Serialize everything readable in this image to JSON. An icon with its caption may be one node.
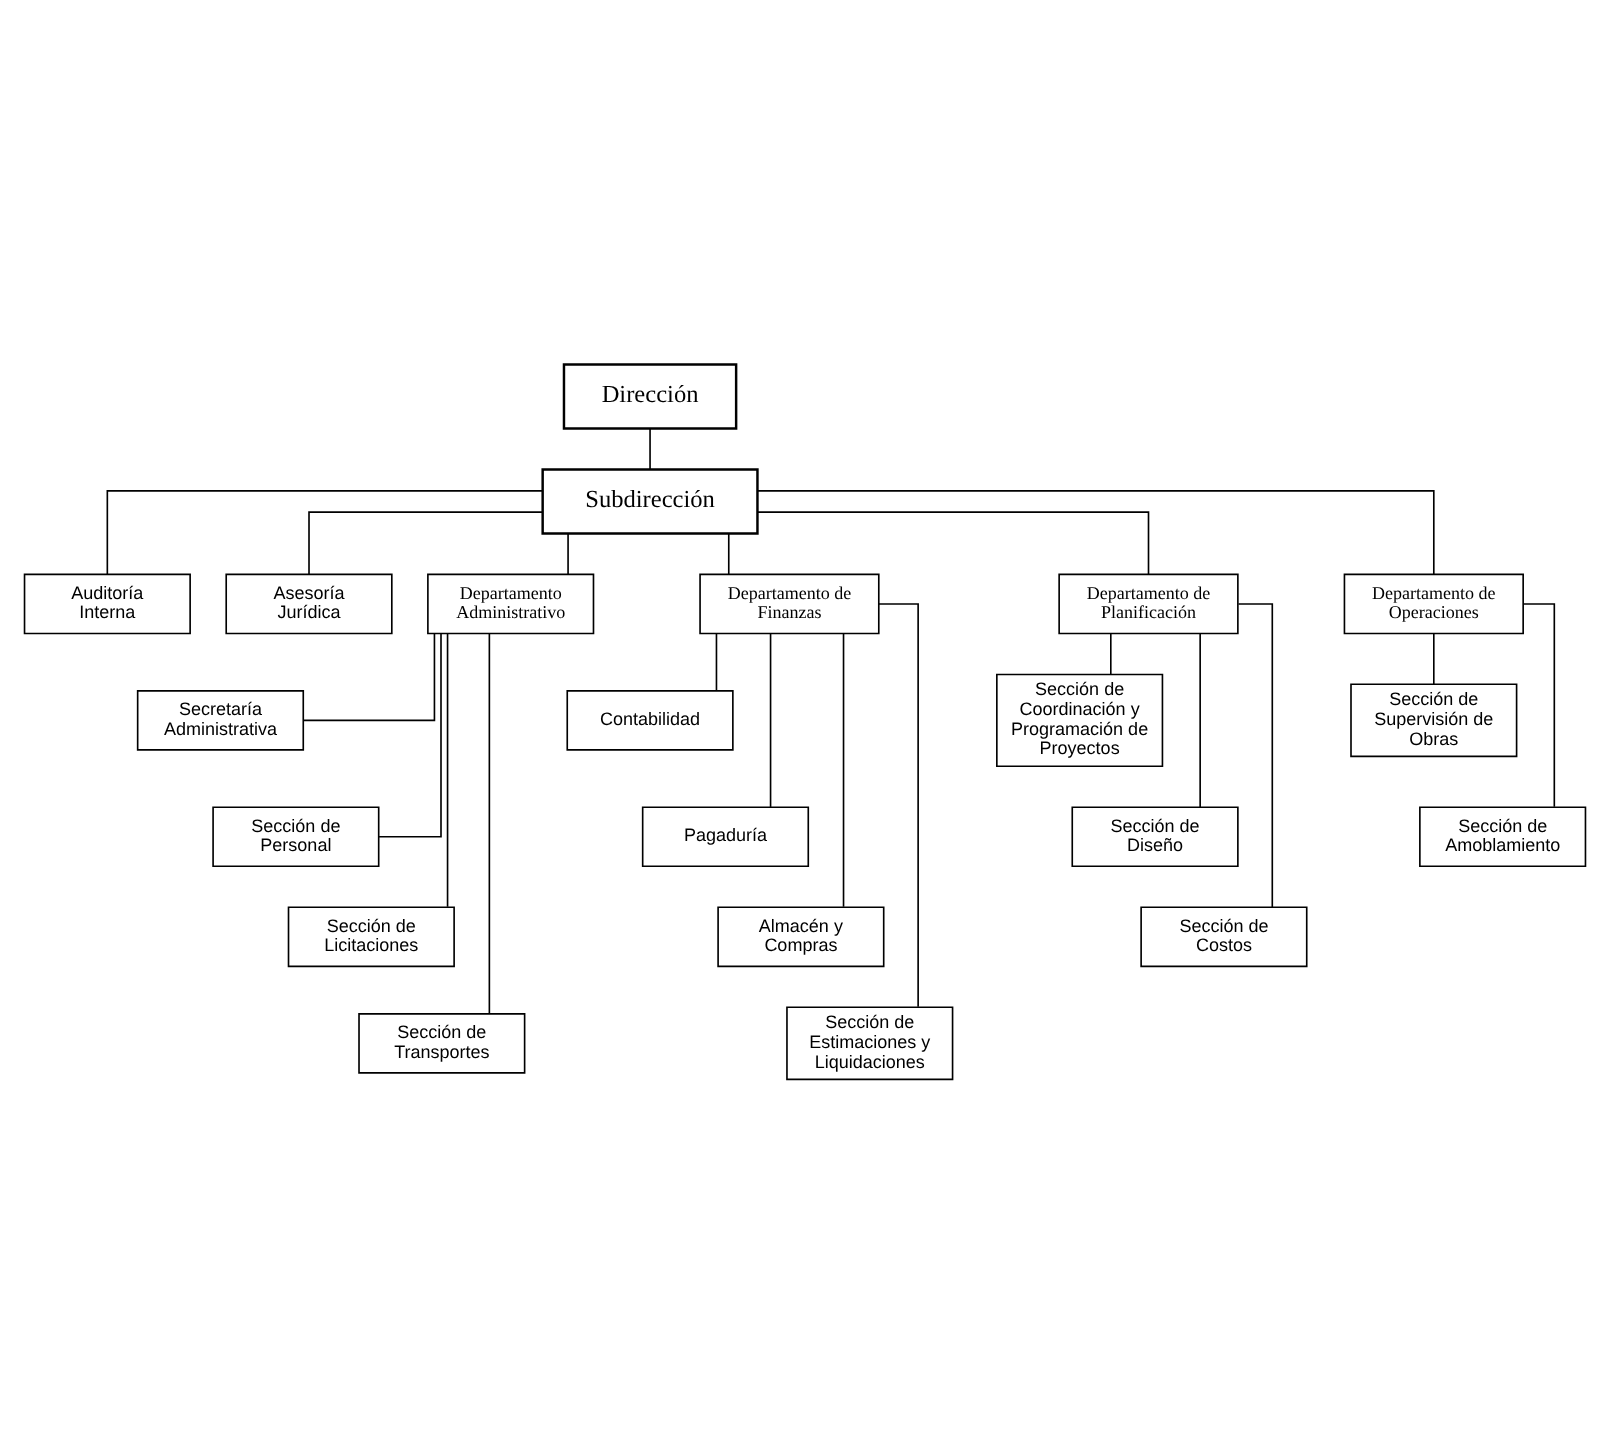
{
  "diagram": {
    "nodes": [
      {
        "text": [
          "Dirección"
        ]
      },
      {
        "text": [
          "Subdirección"
        ]
      },
      {
        "text": [
          "Auditoría Interna"
        ]
      },
      {
        "text": [
          "Asesoría Jurídica"
        ]
      },
      {
        "text": [
          "Departamento Administrativo"
        ]
      },
      {
        "text": [
          "Departamento de Finanzas"
        ]
      },
      {
        "text": [
          "Departamento de Planificación"
        ]
      },
      {
        "text": [
          "Departamento de Operaciones"
        ]
      },
      {
        "text": [
          "Secretaría Administrativa"
        ]
      },
      {
        "text": [
          "Sección de Personal"
        ]
      },
      {
        "text": [
          "Sección de Licitaciones"
        ]
      },
      {
        "text": [
          "Sección de Transportes"
        ]
      },
      {
        "text": [
          "Contabilidad"
        ]
      },
      {
        "text": [
          "Pagaduría"
        ]
      },
      {
        "text": [
          "Almacén y Compras"
        ]
      },
      {
        "text": [
          "Sección de Estimaciones y Liquidaciones"
        ]
      },
      {
        "text": [
          "Sección de Coordinación y Programación de Proyectos"
        ]
      },
      {
        "text": [
          "Sección de Diseño"
        ]
      },
      {
        "text": [
          "Sección de Costos"
        ]
      },
      {
        "text": [
          "Sección de Supervisión de Obras"
        ]
      },
      {
        "text": [
          "Sección de Amoblamiento"
        ]
      }
    ],
    "edges": [
      {
        "from": 0,
        "to": 1,
        "arrow": "none"
      },
      {
        "from": 1,
        "to": 2,
        "arrow": "none"
      },
      {
        "from": 1,
        "to": 3,
        "arrow": "none"
      },
      {
        "from": 1,
        "to": 4,
        "arrow": "none"
      },
      {
        "from": 1,
        "to": 5,
        "arrow": "none"
      },
      {
        "from": 1,
        "to": 6,
        "arrow": "none"
      },
      {
        "from": 1,
        "to": 7,
        "arrow": "none"
      },
      {
        "from": 4,
        "to": 8,
        "arrow": "none"
      },
      {
        "from": 4,
        "to": 9,
        "arrow": "none"
      },
      {
        "from": 4,
        "to": 10,
        "arrow": "none"
      },
      {
        "from": 4,
        "to": 11,
        "arrow": "none"
      },
      {
        "from": 5,
        "to": 12,
        "arrow": "none"
      },
      {
        "from": 5,
        "to": 13,
        "arrow": "none"
      },
      {
        "from": 5,
        "to": 14,
        "arrow": "none"
      },
      {
        "from": 5,
        "to": 15,
        "arrow": "none"
      },
      {
        "from": 6,
        "to": 16,
        "arrow": "none"
      },
      {
        "from": 6,
        "to": 17,
        "arrow": "none"
      },
      {
        "from": 6,
        "to": 18,
        "arrow": "none"
      },
      {
        "from": 7,
        "to": 19,
        "arrow": "none"
      },
      {
        "from": 7,
        "to": 20,
        "arrow": "none"
      }
    ]
  }
}
